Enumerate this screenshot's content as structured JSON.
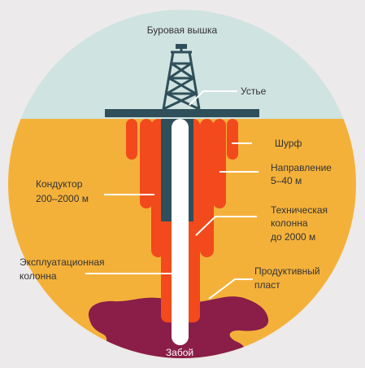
{
  "labels": {
    "rig": "Буровая вышка",
    "wellhead": "Устье",
    "pit": "Шурф",
    "direction_1": "Направление",
    "direction_2": "5–40 м",
    "conductor_1": "Кондуктор",
    "conductor_2": "200–2000 м",
    "technical_1": "Техническая",
    "technical_2": "колонна",
    "technical_3": "до 2000 м",
    "production_1": "Эксплуатационная",
    "production_2": "колонна",
    "reservoir_1": "Продуктивный",
    "reservoir_2": "пласт",
    "bottom": "Забой"
  },
  "colors": {
    "sky": "#cfe3e0",
    "ground": "#f4b13a",
    "casing_red": "#f24a1c",
    "casing_dark": "#2f4f5a",
    "reservoir": "#8a1e48",
    "annotation_line": "#ffffff"
  }
}
